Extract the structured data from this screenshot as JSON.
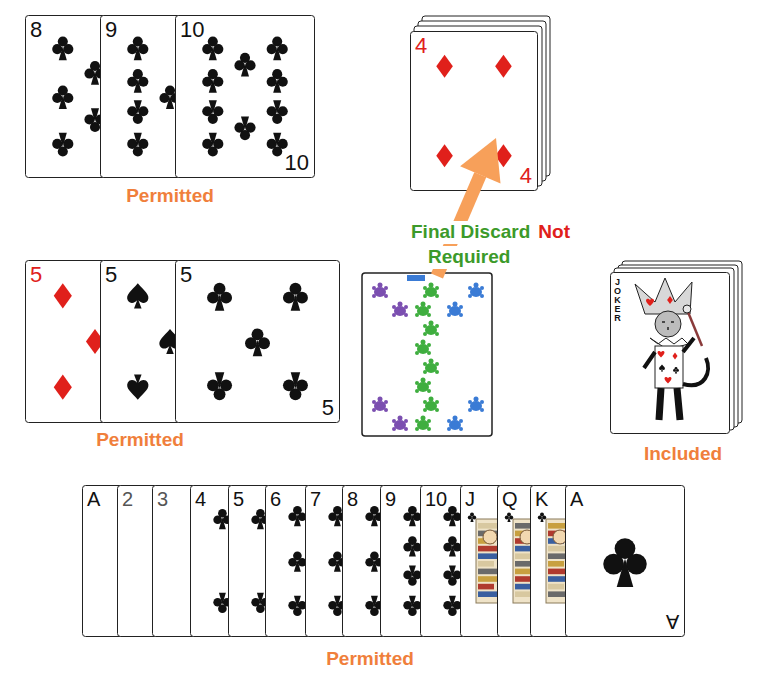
{
  "diagram": {
    "nodes": [
      {
        "text": [
          "8"
        ]
      },
      {
        "text": [
          "9"
        ]
      },
      {
        "text": [
          "10",
          "10"
        ]
      },
      {
        "text": [
          "4",
          "4"
        ]
      },
      {
        "text": [
          "5"
        ]
      },
      {
        "text": [
          "5"
        ]
      },
      {
        "text": [
          "5",
          "5"
        ]
      },
      {
        "text": [
          "JOKER"
        ]
      },
      {
        "text": [
          "A"
        ]
      },
      {
        "text": [
          "2"
        ]
      },
      {
        "text": [
          "3"
        ]
      },
      {
        "text": [
          "4"
        ]
      },
      {
        "text": [
          "5"
        ]
      },
      {
        "text": [
          "6"
        ]
      },
      {
        "text": [
          "7"
        ]
      },
      {
        "text": [
          "8"
        ]
      },
      {
        "text": [
          "9"
        ]
      },
      {
        "text": [
          "10"
        ]
      },
      {
        "text": [
          "J"
        ]
      },
      {
        "text": [
          "Q"
        ]
      },
      {
        "text": [
          "K"
        ]
      },
      {
        "text": [
          "A",
          "A"
        ]
      }
    ],
    "labels": [
      "Permitted",
      "Final Discard",
      "Not",
      "Required",
      "Permitted",
      "Included",
      "Permitted"
    ]
  }
}
